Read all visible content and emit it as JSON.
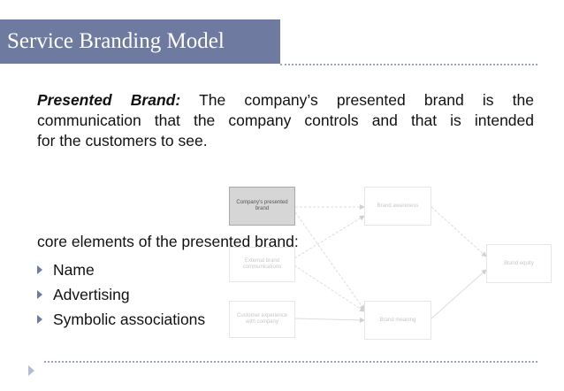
{
  "slide": {
    "title": "Service Branding Model",
    "paragraph": {
      "term": "Presented Brand:",
      "line1": "The company’s presented brand is the",
      "line2": "communication that the company controls and that is intended",
      "line3": "for the customers to see."
    },
    "core_heading": "core elements of the presented brand:",
    "bullets": [
      "Name",
      "Advertising",
      "Symbolic associations"
    ]
  },
  "diagram": {
    "boxes": {
      "presented": "Company's presented brand",
      "external": "External brand communications",
      "experience": "Customer experience with company",
      "awareness": "Brand awareness",
      "meaning": "Brand meaning",
      "equity": "Brand equity"
    }
  },
  "colors": {
    "title_bg": "#6e7aa0",
    "accent": "#6e7aa0",
    "rule": "#9aa4c0"
  }
}
